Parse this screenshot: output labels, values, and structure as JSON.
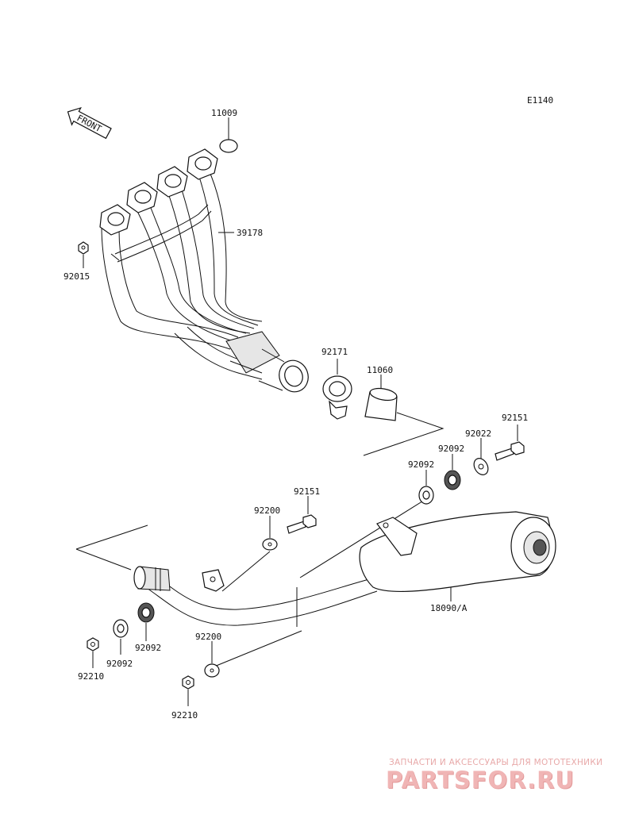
{
  "diagram_code": "E1140",
  "front_label": "FRONT",
  "callouts": {
    "c11009": "11009",
    "c39178": "39178",
    "c92015": "92015",
    "c92171": "92171",
    "c11060": "11060",
    "c92151a": "92151",
    "c92022": "92022",
    "c92092a": "92092",
    "c92092b": "92092",
    "c92151b": "92151",
    "c92200a": "92200",
    "c18090": "18090/A",
    "c92092c": "92092",
    "c92092d": "92092",
    "c92210a": "92210",
    "c92200b": "92200",
    "c92210b": "92210"
  },
  "watermark": {
    "tagline": "ЗАПЧАСТИ И АКСЕССУАРЫ ДЛЯ МОТОТЕХНИКИ",
    "logo": "PARTSFOR.RU"
  },
  "colors": {
    "ink": "#111111",
    "watermark": "#f0b5b5"
  }
}
